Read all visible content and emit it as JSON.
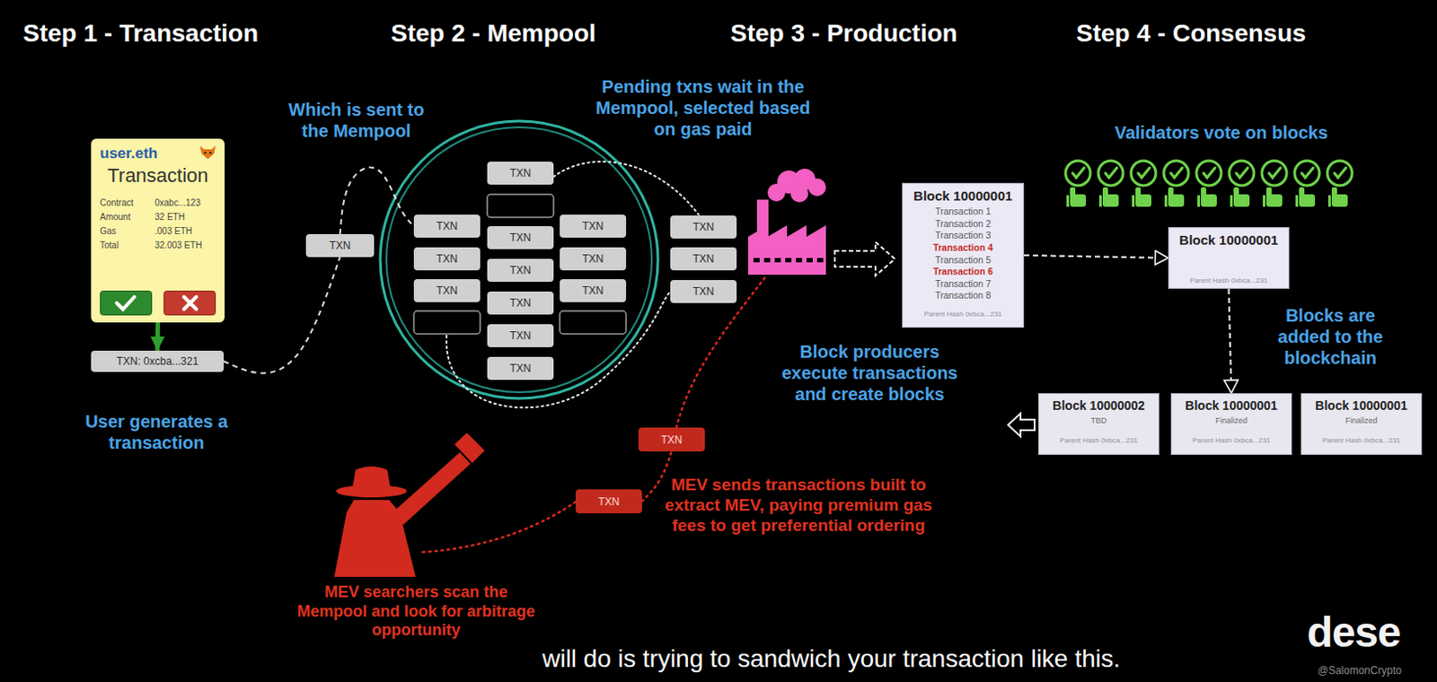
{
  "diagram": {
    "nodes": [
      {
        "text": [
          "user.eth",
          "Transaction",
          "Contract",
          "0xabc...123",
          "Amount",
          "32 ETH",
          "Gas",
          ".003 ETH",
          "Total",
          "32.003 ETH"
        ]
      },
      {
        "text": [
          "TXN: 0xcba...321"
        ]
      },
      {
        "text": [
          "TXN"
        ]
      },
      {
        "text": [
          "TXN"
        ]
      },
      {
        "text": [
          "TXN"
        ]
      },
      {
        "text": [
          "TXN"
        ]
      },
      {
        "text": [
          "TXN"
        ]
      },
      {
        "text": [
          "TXN"
        ]
      },
      {
        "text": [
          "TXN"
        ]
      },
      {
        "text": [
          "TXN"
        ]
      },
      {
        "text": [
          "TXN"
        ]
      },
      {
        "text": [
          "TXN"
        ]
      },
      {
        "text": [
          "TXN"
        ]
      },
      {
        "text": [
          "TXN"
        ]
      },
      {
        "text": [
          "TXN"
        ]
      },
      {
        "text": [
          "TXN"
        ]
      },
      {
        "text": [
          "TXN"
        ]
      },
      {
        "text": [
          "TXN"
        ]
      },
      {
        "text": [
          "Block 10000001",
          "Transaction 1",
          "Transaction 2",
          "Transaction 3",
          "Transaction 4",
          "Transaction 5",
          "Transaction 6",
          "Transaction 7",
          "Transaction 8",
          "Parent Hash 0xbca...231"
        ]
      },
      {
        "text": [
          "Block 10000001",
          "Parent Hash 0xbca...231"
        ]
      },
      {
        "text": [
          "Block 10000002",
          "TBD",
          "Parent Hash 0xbca...231"
        ]
      },
      {
        "text": [
          "Block 10000001",
          "Finalized",
          "Parent Hash 0xbca...231"
        ]
      },
      {
        "text": [
          "Block 10000001",
          "Finalized",
          "Parent Hash 0xbca...231"
        ]
      },
      {
        "text": [
          "TXN"
        ]
      },
      {
        "text": [
          "TXN"
        ]
      }
    ],
    "edges": [
      {
        "from": 0,
        "to": 1,
        "arrow": "to"
      },
      {
        "from": 1,
        "to": 2,
        "arrow": "none"
      },
      {
        "from": 2,
        "to": 9,
        "arrow": "none"
      },
      {
        "from": 18,
        "to": 19,
        "arrow": "to"
      },
      {
        "from": 19,
        "to": 21,
        "arrow": "to"
      },
      {
        "from": 24,
        "to": 23,
        "arrow": "none"
      }
    ],
    "labels": [
      "Step 1 - Transaction",
      "Step 2 - Mempool",
      "Step 3 - Production",
      "Step 4 - Consensus",
      "Which is sent to the Mempool",
      "Pending txns wait in the Mempool, selected based on gas paid",
      "User generates a transaction",
      "Validators vote on blocks",
      "Block producers execute transactions and create blocks",
      "Blocks are added to the blockchain",
      "MEV sends transactions built to extract MEV, paying premium gas fees to get preferential ordering",
      "MEV searchers scan the Mempool and look for arbitrage opportunity",
      "will do is trying to sandwich your transaction like this.",
      "@SalomonCrypto",
      "dese"
    ]
  }
}
